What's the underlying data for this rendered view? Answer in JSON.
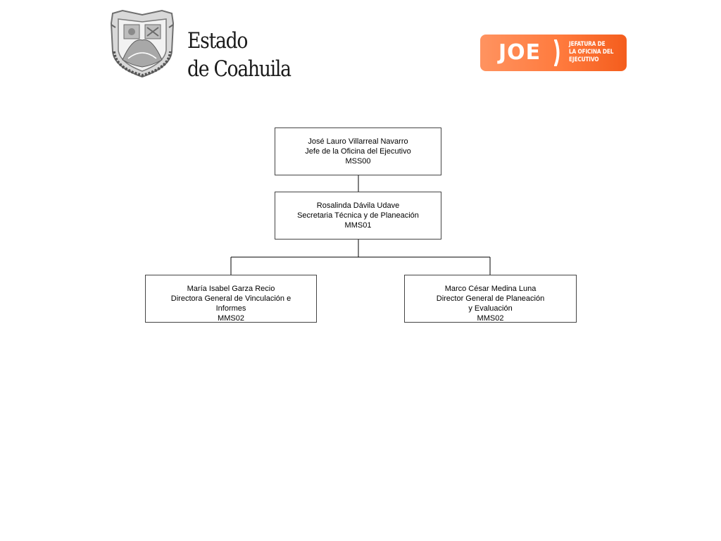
{
  "header": {
    "state_title_line1": "Estado",
    "state_title_line2": "de Coahuila",
    "crest_icon": "coat-of-arms-icon",
    "badge": {
      "acronym": "JOE",
      "subtitle_line1": "JEFATURA DE",
      "subtitle_line2": "LA OFICINA DEL",
      "subtitle_line3": "EJECUTIVO",
      "color": "#ff7a3d"
    }
  },
  "org_chart": {
    "top": {
      "name": "José Lauro Villarreal Navarro",
      "title": "Jefe de la Oficina del Ejecutivo",
      "code": "MSS00"
    },
    "middle": {
      "name": "Rosalinda Dávila Udave",
      "title": "Secretaria Técnica y de Planeación",
      "code": "MMS01"
    },
    "left": {
      "name": "María Isabel Garza Recio",
      "title_line1": "Directora General de Vinculación e",
      "title_line2": "Informes",
      "code": "MMS02"
    },
    "right": {
      "name": "Marco César Medina Luna",
      "title_line1": "Director General de Planeación",
      "title_line2": "y Evaluación",
      "code": "MMS02"
    }
  }
}
